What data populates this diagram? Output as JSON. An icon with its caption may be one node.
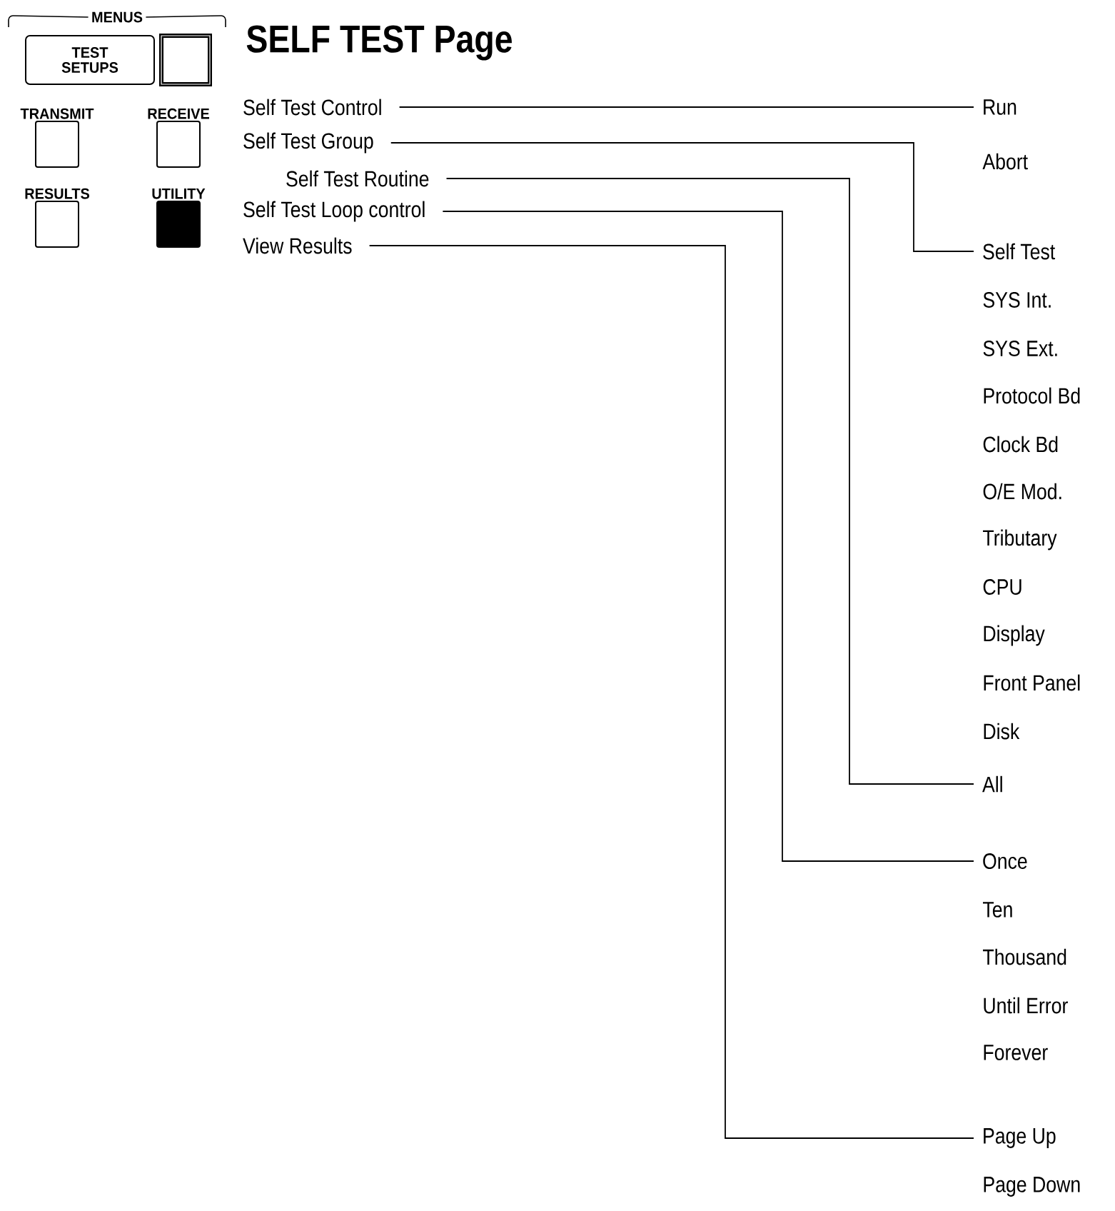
{
  "diagram": {
    "title": "SELF TEST Page",
    "nodes": [
      {
        "text": [
          "TEST SETUPS"
        ]
      },
      {
        "text": [],
        "shape": "box"
      },
      {
        "text": [
          "TRANSMIT"
        ]
      },
      {
        "text": [
          "RECEIVE"
        ]
      },
      {
        "text": [
          "RESULTS"
        ]
      },
      {
        "text": [
          "UTILITY"
        ]
      },
      {
        "text": [
          "Self Test Control"
        ]
      },
      {
        "text": [
          "Self Test Group"
        ]
      },
      {
        "text": [
          "Self Test Routine"
        ]
      },
      {
        "text": [
          "Self Test Loop control"
        ]
      },
      {
        "text": [
          "View Results"
        ]
      },
      {
        "text": [
          "Run"
        ]
      },
      {
        "text": [
          "Self Test"
        ]
      },
      {
        "text": [
          "All"
        ]
      },
      {
        "text": [
          "Once"
        ]
      },
      {
        "text": [
          "Page Up"
        ]
      }
    ],
    "edges": [
      {
        "from": 6,
        "to": 11,
        "arrow": "none"
      },
      {
        "from": 7,
        "to": 12,
        "arrow": "none"
      },
      {
        "from": 8,
        "to": 13,
        "arrow": "none"
      },
      {
        "from": 9,
        "to": 14,
        "arrow": "none"
      },
      {
        "from": 10,
        "to": 15,
        "arrow": "none"
      }
    ],
    "labels": [
      "MENUS",
      "Abort",
      "SYS Int.",
      "SYS Ext.",
      "Protocol Bd",
      "Clock Bd",
      "O/E Mod.",
      "Tributary",
      "CPU",
      "Display",
      "Front Panel",
      "Disk",
      "Ten",
      "Thousand",
      "Until Error",
      "Forever",
      "Page Down"
    ]
  }
}
